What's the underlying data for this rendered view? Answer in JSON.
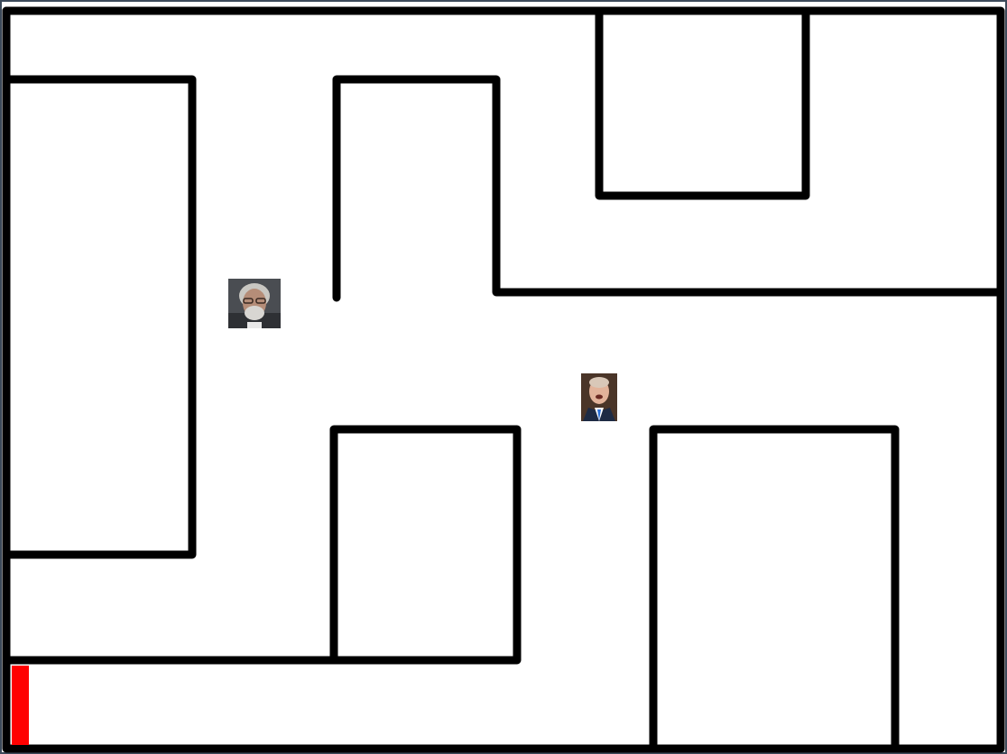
{
  "game": {
    "type": "maze",
    "characters": [
      {
        "id": "old-man-portrait",
        "role": "character"
      },
      {
        "id": "man-portrait",
        "role": "character"
      }
    ],
    "exit_marker_color": "#ff0000",
    "wall_color": "#000000",
    "background_color": "#ffffff",
    "frame_color": "#3c4a5a"
  }
}
